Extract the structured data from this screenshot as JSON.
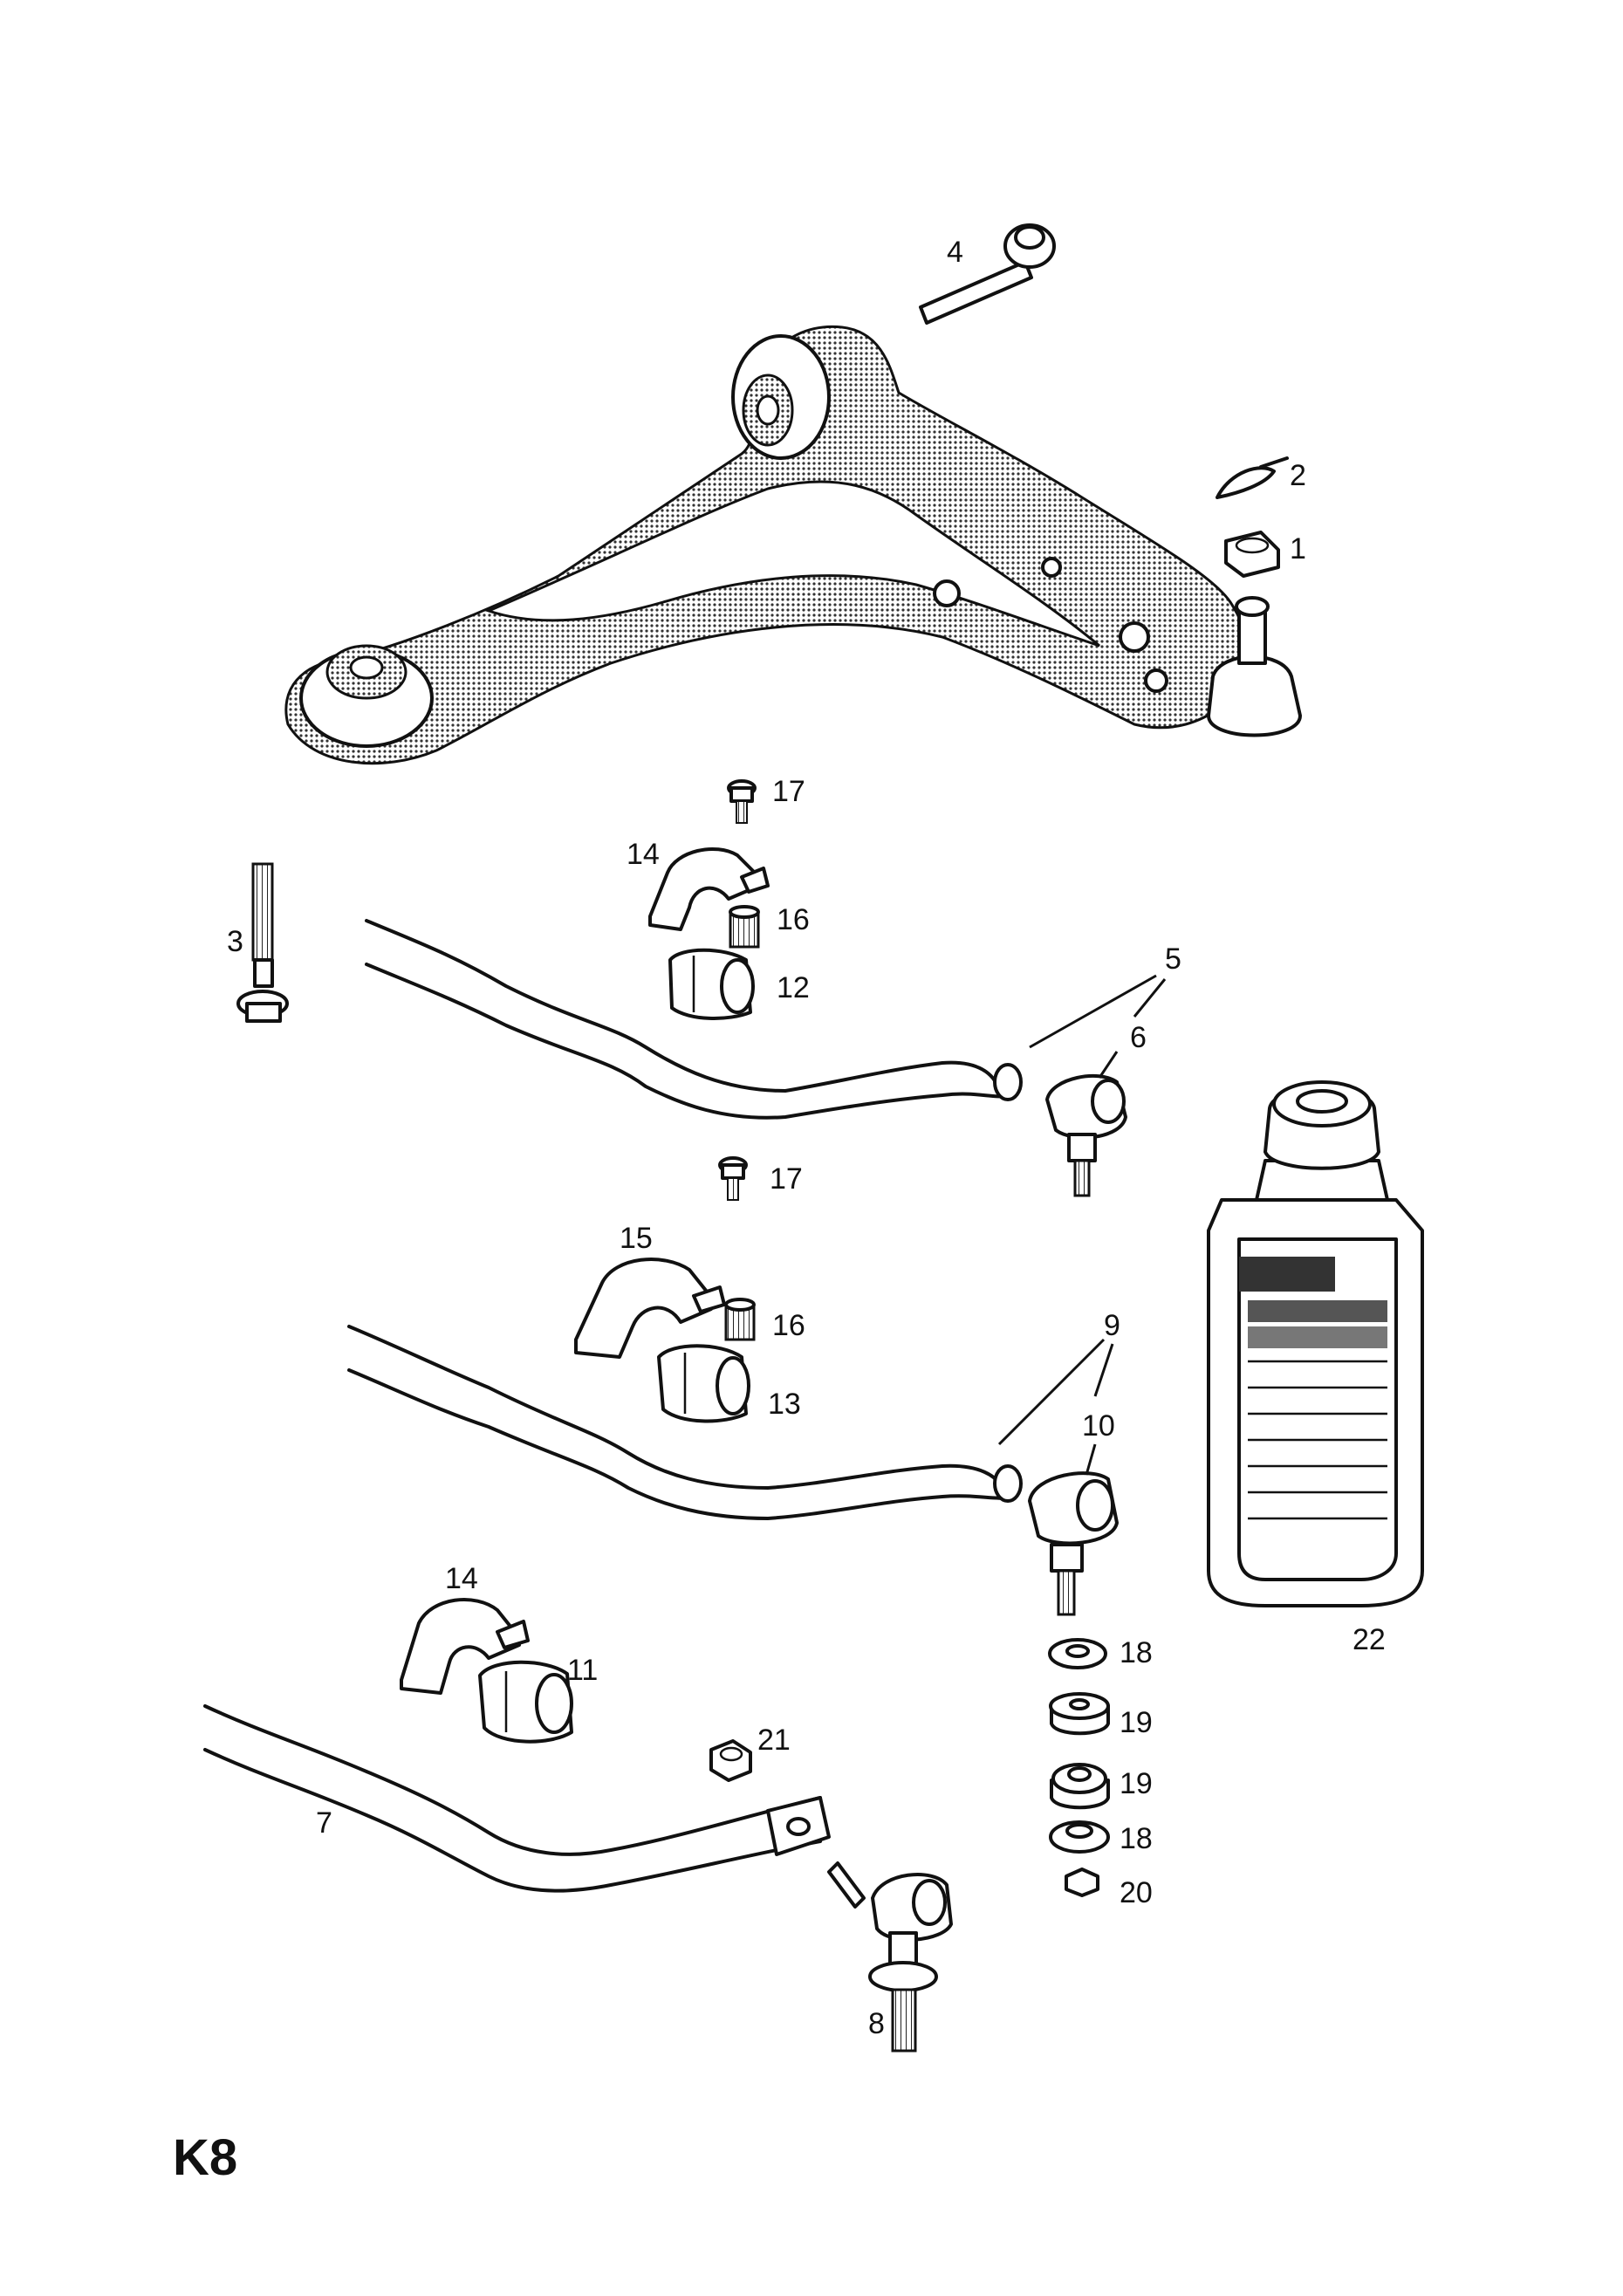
{
  "page_code": "K8",
  "callouts": {
    "n1": "1",
    "n2": "2",
    "n3": "3",
    "n4": "4",
    "n5": "5",
    "n6": "6",
    "n7": "7",
    "n8": "8",
    "n9": "9",
    "n10": "10",
    "n11": "11",
    "n12": "12",
    "n13": "13",
    "n14a": "14",
    "n14b": "14",
    "n15": "15",
    "n16a": "16",
    "n16b": "16",
    "n17a": "17",
    "n17b": "17",
    "n18a": "18",
    "n18b": "18",
    "n19a": "19",
    "n19b": "19",
    "n20": "20",
    "n21": "21",
    "n22": "22"
  }
}
